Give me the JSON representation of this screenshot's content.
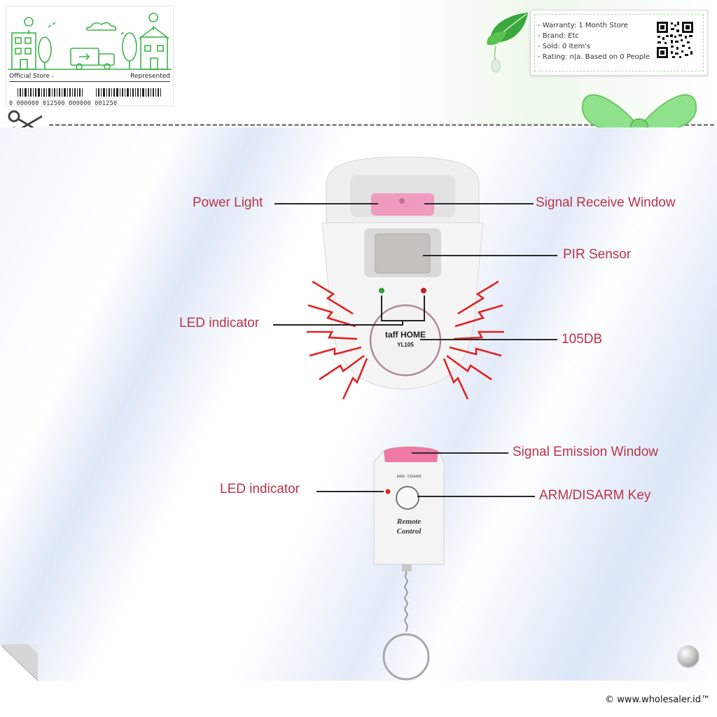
{
  "store_card": {
    "left_label": "Official Store -",
    "right_label": "Represented",
    "barcode_digits": "0 000000 012500 000000 001250"
  },
  "info_card": {
    "lines": [
      "- Warranty: 1 Month Store",
      "- Brand: Etc",
      "- Sold: 0 Item's",
      "- Rating: n|a. Based on 0 People"
    ]
  },
  "device_labels": {
    "power_light": "Power Light",
    "signal_receive_window": "Signal Receive Window",
    "pir_sensor": "PIR Sensor",
    "led_indicator_main": "LED indicator",
    "db_level": "105DB",
    "signal_emission_window": "Signal Emission Window",
    "led_indicator_remote": "LED indicator",
    "arm_disarm_key": "ARM/DISARM Key"
  },
  "device_text": {
    "brand": "taff HOME",
    "model": "YL105",
    "remote_label_1": "Remote",
    "remote_label_2": "Control",
    "remote_top": "ARM · DISARM"
  },
  "footer": {
    "copyright": "© www.wholesaler.id™"
  },
  "colors": {
    "label": "#b8344a",
    "accent_green": "#4caf50",
    "alarm_red": "#e32222"
  }
}
